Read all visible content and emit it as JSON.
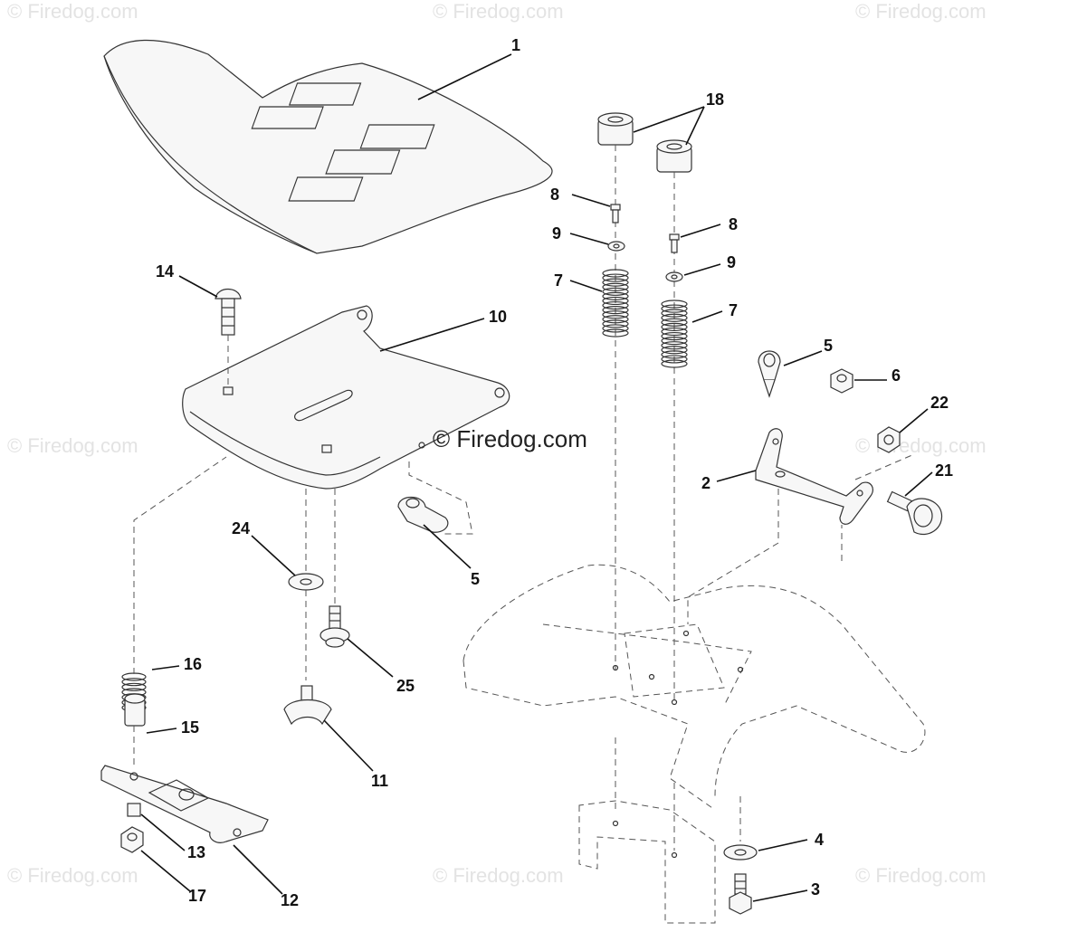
{
  "watermark": {
    "text": "© Firedog.com"
  },
  "center_watermark": {
    "text": "© Firedog.com"
  },
  "callouts": {
    "c1": "1",
    "c18": "18",
    "c8a": "8",
    "c9a": "9",
    "c7a": "7",
    "c8b": "8",
    "c9b": "9",
    "c7b": "7",
    "c14": "14",
    "c10": "10",
    "c5a": "5",
    "c6": "6",
    "c22": "22",
    "c2": "2",
    "c21": "21",
    "c24": "24",
    "c5b": "5",
    "c16": "16",
    "c25": "25",
    "c15": "15",
    "c11": "11",
    "c13": "13",
    "c17": "17",
    "c12": "12",
    "c4": "4",
    "c3": "3"
  }
}
